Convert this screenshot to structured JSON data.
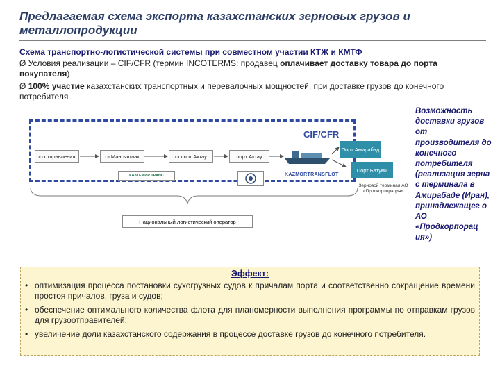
{
  "title": "Предлагаемая схема экспорта казахстанских зерновых грузов и металлопродукции",
  "subheading": "Схема транспортно-логистической системы при совместном участии КТЖ и КМТФ",
  "conditions": [
    {
      "marker": "Ø",
      "prefix": " Условия реализации  – CIF/CFR (термин INCOTERMS: продавец ",
      "bold": "оплачивает доставку товара до порта покупателя",
      "suffix": ")"
    },
    {
      "marker": "Ø",
      "prefix": " ",
      "bold": "100% участие",
      "suffix": " казахстанских транспортных и перевалочных мощностей, при доставке грузов до конечного потребителя"
    }
  ],
  "right_note": "Возможность доставки грузов от производителя до конечного потребителя (реализация зерна с терминала в Амирабаде (Иран), принадлежащег о АО «Продкорпорац ия»)",
  "diagram": {
    "cif_label": "CIF/CFR",
    "nodes": {
      "departure": "ст.отправления",
      "mangyshlak": "ст.Мангышлак",
      "aktau_station": "ст.порт Актау",
      "aktau_port": "порт Актау"
    },
    "ports": {
      "amirabad": "Порт Амирабад",
      "batumi": "Порт Батуми"
    },
    "logos": {
      "kaztemir": "КАЗТЕМИР ТРАНС",
      "kazmortransflot": "KAZMORTRANSFLOT"
    },
    "terminal_note": "Зерновой терминал АО «Продкорпорация»",
    "operator": "Национальный логистический оператор"
  },
  "effect": {
    "title": "Эффект:",
    "items": [
      "оптимизация процесса постановки сухогрузных судов к причалам порта и соответственно сокращение времени простоя причалов, груза и судов;",
      "обеспечение оптимального количества флота для планомерности выполнения программы по отправкам грузов для грузоотправителей;",
      "увеличение доли казахстанского содержания в процессе доставке грузов до конечного потребителя."
    ]
  },
  "colors": {
    "title": "#2c3e66",
    "dashed_frame": "#2f4aa0",
    "port_fill": "#2f8fa8",
    "effect_bg": "#fdf5cf"
  }
}
